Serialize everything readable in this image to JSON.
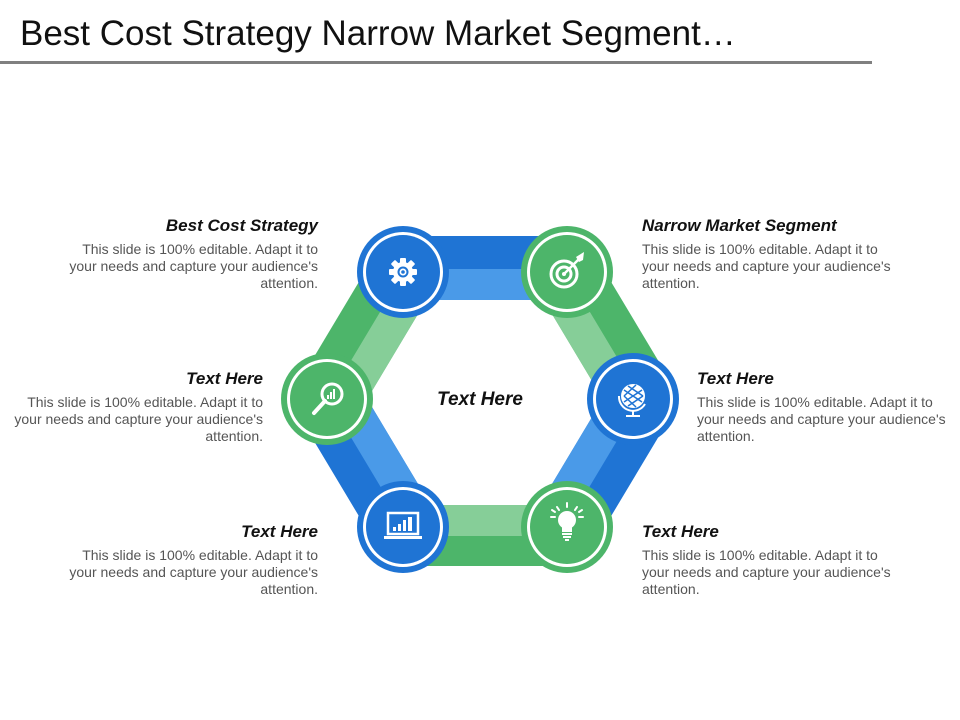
{
  "title": "Best Cost Strategy Narrow Market Segment…",
  "center_label": "Text Here",
  "colors": {
    "blue_dark": "#1F74D4",
    "blue_light": "#4A9AE8",
    "green_dark": "#4DB56A",
    "green_light": "#86CE98",
    "title_rule": "#808080"
  },
  "nodes": [
    {
      "id": "top-left",
      "icon": "gear-icon",
      "color": "blue",
      "heading": "Best Cost Strategy",
      "body": "This slide is 100% editable. Adapt it to your needs and capture your audience's attention."
    },
    {
      "id": "top-right",
      "icon": "target-icon",
      "color": "green",
      "heading": "Narrow Market Segment",
      "body": "This slide is 100% editable. Adapt it to your needs and capture your audience's attention."
    },
    {
      "id": "left",
      "icon": "search-chart-icon",
      "color": "green",
      "heading": "Text Here",
      "body": "This slide is 100% editable. Adapt it to your needs and capture your audience's attention."
    },
    {
      "id": "right",
      "icon": "globe-icon",
      "color": "blue",
      "heading": "Text Here",
      "body": "This slide is 100% editable. Adapt it to your needs and capture your audience's attention."
    },
    {
      "id": "bottom-left",
      "icon": "laptop-chart-icon",
      "color": "blue",
      "heading": "Text Here",
      "body": "This slide is 100% editable. Adapt it to your needs and capture your audience's attention."
    },
    {
      "id": "bottom-right",
      "icon": "lightbulb-icon",
      "color": "green",
      "heading": "Text Here",
      "body": "This slide is 100% editable. Adapt it to your needs and capture your audience's attention."
    }
  ]
}
